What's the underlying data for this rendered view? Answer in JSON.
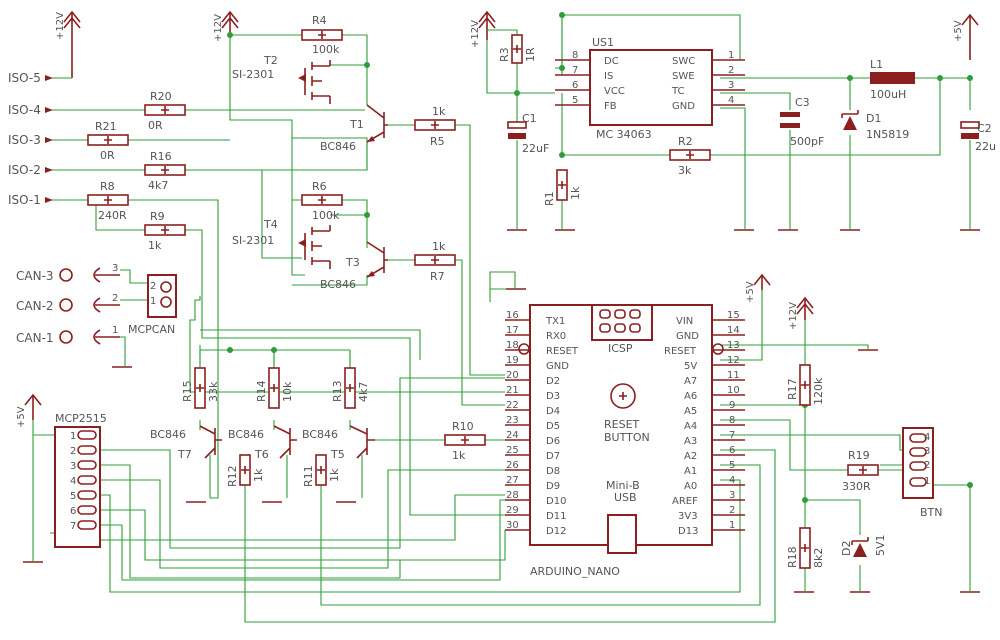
{
  "power": {
    "p12v": "+12V",
    "p5v": "+5V"
  },
  "iso": [
    "ISO-5",
    "ISO-4",
    "ISO-3",
    "ISO-2",
    "ISO-1"
  ],
  "can": [
    "CAN-3",
    "CAN-2",
    "CAN-1"
  ],
  "can_pins": [
    "3",
    "2",
    "1"
  ],
  "mcpcan": {
    "name": "MCPCAN",
    "pins": [
      "2",
      "1"
    ]
  },
  "resistors": [
    {
      "ref": "R4",
      "val": "100k"
    },
    {
      "ref": "R20",
      "val": "0R"
    },
    {
      "ref": "R21",
      "val": "0R"
    },
    {
      "ref": "R16",
      "val": "4k7"
    },
    {
      "ref": "R8",
      "val": "240R"
    },
    {
      "ref": "R9",
      "val": "1k"
    },
    {
      "ref": "R5",
      "val": "1k"
    },
    {
      "ref": "R6",
      "val": "100k"
    },
    {
      "ref": "R7",
      "val": "1k"
    },
    {
      "ref": "R15",
      "val": "33k"
    },
    {
      "ref": "R14",
      "val": "10k"
    },
    {
      "ref": "R13",
      "val": "4k7"
    },
    {
      "ref": "R12",
      "val": "1k"
    },
    {
      "ref": "R11",
      "val": "1k"
    },
    {
      "ref": "R10",
      "val": "1k"
    },
    {
      "ref": "R3",
      "val": "1R"
    },
    {
      "ref": "R1",
      "val": "1k"
    },
    {
      "ref": "R2",
      "val": "3k"
    },
    {
      "ref": "R17",
      "val": "120k"
    },
    {
      "ref": "R19",
      "val": "330R"
    },
    {
      "ref": "R18",
      "val": "8k2"
    }
  ],
  "transistors": [
    {
      "ref": "T2",
      "type": "SI-2301"
    },
    {
      "ref": "T4",
      "type": "SI-2301"
    },
    {
      "ref": "T1",
      "type": "BC846"
    },
    {
      "ref": "T3",
      "type": "BC846"
    },
    {
      "ref": "T7",
      "type": "BC846"
    },
    {
      "ref": "T6",
      "type": "BC846"
    },
    {
      "ref": "T5",
      "type": "BC846"
    }
  ],
  "regulator": {
    "ref": "US1",
    "part": "MC 34063",
    "left": [
      "DC",
      "IS",
      "VCC",
      "FB"
    ],
    "right": [
      "SWC",
      "SWE",
      "TC",
      "GND"
    ],
    "lnums": [
      "8",
      "7",
      "6",
      "5"
    ],
    "rnums": [
      "1",
      "2",
      "3",
      "4"
    ]
  },
  "caps": [
    {
      "ref": "C1",
      "val": "22uF"
    },
    {
      "ref": "C3",
      "val": "500pF"
    },
    {
      "ref": "C2",
      "val": "22u"
    }
  ],
  "inductor": {
    "ref": "L1",
    "val": "100uH"
  },
  "diodes": [
    {
      "ref": "D1",
      "val": "1N5819"
    },
    {
      "ref": "D2",
      "val": "5V1"
    }
  ],
  "mcp2515": {
    "name": "MCP2515",
    "pins": [
      "1",
      "2",
      "3",
      "4",
      "5",
      "6",
      "7"
    ]
  },
  "arduino": {
    "name": "ARDUINO_NANO",
    "icsp": "ICSP",
    "reset1": "RESET",
    "reset2": "BUTTON",
    "usb1": "Mini-B",
    "usb2": "USB",
    "left": [
      "TX1",
      "RX0",
      "RESET",
      "GND",
      "D2",
      "D3",
      "D4",
      "D5",
      "D6",
      "D7",
      "D8",
      "D9",
      "D10",
      "D11",
      "D12"
    ],
    "lnums": [
      "16",
      "17",
      "18",
      "19",
      "20",
      "21",
      "22",
      "23",
      "24",
      "25",
      "26",
      "27",
      "28",
      "29",
      "30"
    ],
    "right": [
      "VIN",
      "GND",
      "RESET",
      "5V",
      "A7",
      "A6",
      "A5",
      "A4",
      "A3",
      "A2",
      "A1",
      "A0",
      "AREF",
      "3V3",
      "D13"
    ],
    "rnums": [
      "15",
      "14",
      "13",
      "12",
      "11",
      "10",
      "9",
      "8",
      "7",
      "6",
      "5",
      "4",
      "3",
      "2",
      "1"
    ]
  },
  "btn": {
    "name": "BTN",
    "pins": [
      "4",
      "3",
      "2",
      "1"
    ]
  }
}
